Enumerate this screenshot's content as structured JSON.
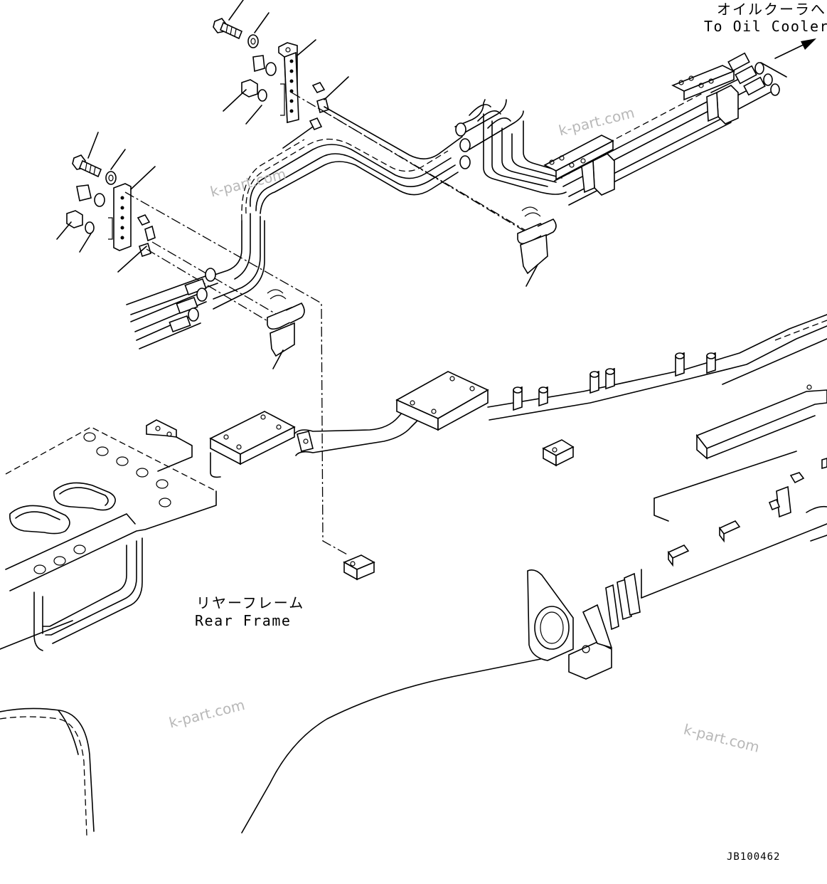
{
  "labels": {
    "oil_cooler_jp": "オイルクーラへ",
    "oil_cooler_en": "To Oil Cooler",
    "rear_frame_jp": "リヤーフレーム",
    "rear_frame_en": "Rear Frame"
  },
  "watermark": "k-part.com",
  "drawing_code": "JB100462",
  "colors": {
    "line": "#000000",
    "watermark": "#b8b8b8",
    "background": "#ffffff"
  }
}
